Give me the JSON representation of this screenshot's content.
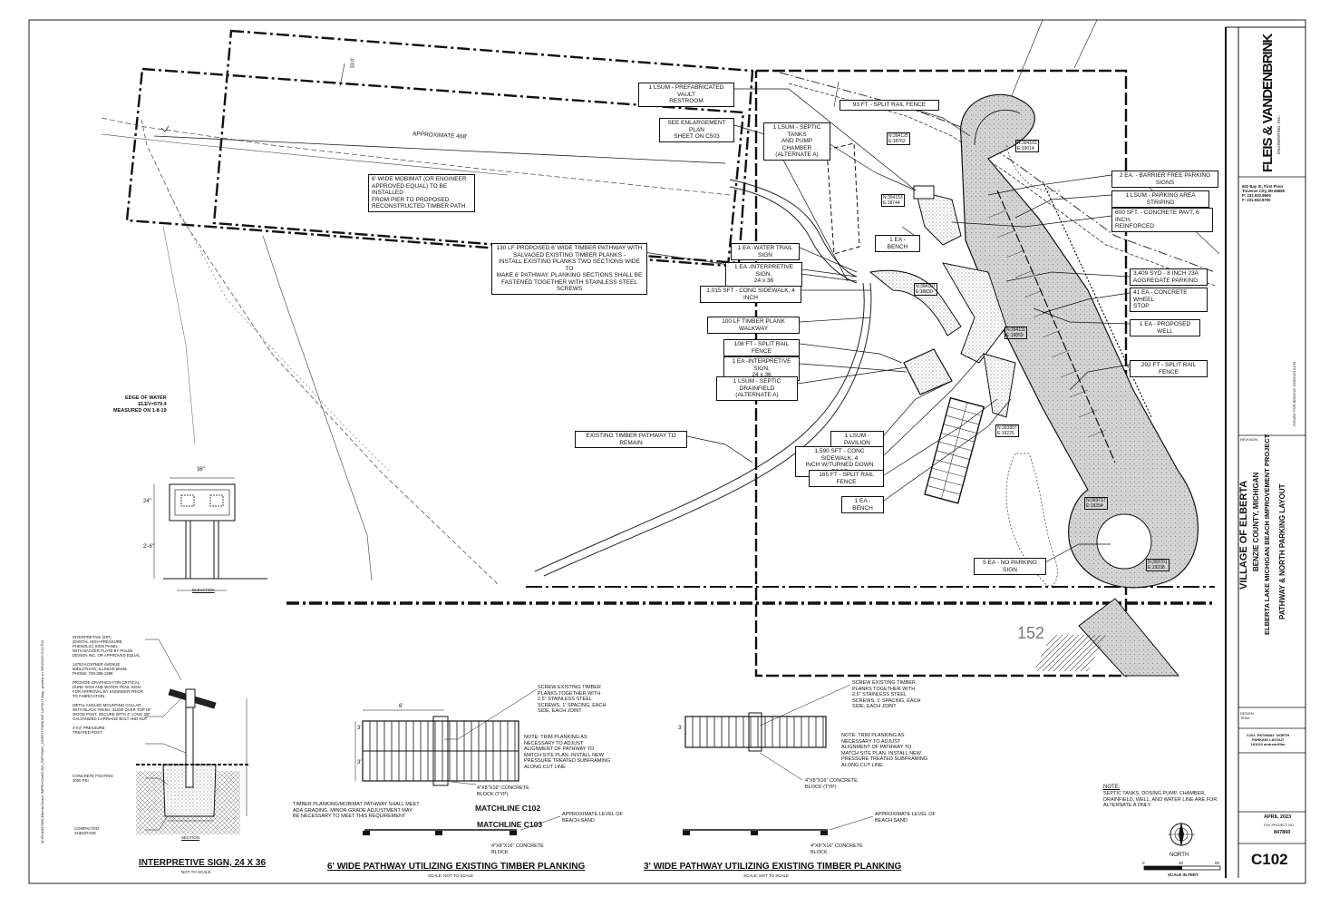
{
  "callouts": [
    {
      "id": "vault",
      "text": "1 LSUM - PREFABRICATED VAULT\nRESTROOM"
    },
    {
      "id": "rail93",
      "text": "93 FT - SPLIT RAIL FENCE"
    },
    {
      "id": "enlarge",
      "text": "SEE ENLARGEMENT PLAN\nSHEET ON C503"
    },
    {
      "id": "septic_a",
      "text": "1 LSUM - SEPTIC TANKS\nAND PUMP CHAMBER\n(ALTERNATE A)"
    },
    {
      "id": "mobimat",
      "text": "6' WIDE MOBIMAT (OR ENGINEER\nAPPROVED EQUAL) TO BE INSTALLED\nFROM PIER TO PROPOSED\nRECONSTRUCTED TIMBER PATH"
    },
    {
      "id": "signs",
      "text": "2 EA. - BARRIER FREE PARKING SIGNS"
    },
    {
      "id": "striping",
      "text": "1 LSUM - PARKING AREA STRIPING"
    },
    {
      "id": "pavt",
      "text": "600 SFT. - CONCRETE PAVT, 6 INCH,\nREINFORCED"
    },
    {
      "id": "bench1",
      "text": "1 EA - BENCH"
    },
    {
      "id": "pathway130",
      "text": "130 LF PROPOSED 6' WIDE TIMBER PATHWAY WITH\nSALVAGED EXISTING TIMBER PLANKS -\nINSTALL EXISTING PLANKS TWO SECTIONS WIDE TO\nMAKE 6' PATHWAY. PLANKING SECTIONS SHALL BE\nFASTENED TOGETHER WITH STAINLESS STEEL SCREWS"
    },
    {
      "id": "watertrail",
      "text": "1 EA -WATER TRAIL SIGN"
    },
    {
      "id": "interp1",
      "text": "1 EA -INTERPRETIVE SIGN,\n24 x 36"
    },
    {
      "id": "sidewalk1015",
      "text": "1,015 SFT - CONC SIDEWALK, 4 INCH"
    },
    {
      "id": "aggregate",
      "text": "3,409 SYD - 8 INCH 23A\nAGGREGATE PARKING"
    },
    {
      "id": "wheelstop",
      "text": "41 EA - CONCRETE WHEEL\nSTOP"
    },
    {
      "id": "walkway100",
      "text": "100 LF TIMBER PLANK WALKWAY"
    },
    {
      "id": "well",
      "text": "1 EA - PROPOSED WELL"
    },
    {
      "id": "rail108",
      "text": "108 FT - SPLIT RAIL FENCE"
    },
    {
      "id": "interp2",
      "text": "1 EA -INTERPRETIVE SIGN,\n24 x 36"
    },
    {
      "id": "rail292",
      "text": "292 FT - SPLIT RAIL FENCE"
    },
    {
      "id": "drainfield",
      "text": "1 LSUM - SEPTIC DRAINFIELD\n(ALTERNATE A)"
    },
    {
      "id": "existing",
      "text": "EXISTING TIMBER PATHWAY TO REMAIN"
    },
    {
      "id": "pavilion",
      "text": "1 LSUM - PAVILION"
    },
    {
      "id": "sidewalk1590",
      "text": "1,590 SFT - CONC SIDEWALK, 4\nINCH W/TURNED DOWN EDGE"
    },
    {
      "id": "rail165",
      "text": "165 FT - SPLIT RAIL FENCE"
    },
    {
      "id": "bench2",
      "text": "1 EA - BENCH"
    },
    {
      "id": "noparking",
      "text": "5 EA - NO PARKING SIGN"
    }
  ],
  "plan": {
    "approx_length": "APPROXIMATE 468'",
    "edge_of_water": "EDGE OF WATER\nELEV=579.4\nMEASURED ON 1-8-19",
    "matchline_1": "MATCHLINE C102",
    "matchline_2": "MATCHLINE C103",
    "dim_33": "33.0'",
    "contour": "152"
  },
  "details": {
    "sign_title": "INTERPRETIVE SIGN, 24 X 36",
    "sign_scale": "NOT TO SCALE",
    "sign_dim_w": "36\"",
    "sign_dim_h": "24\"",
    "sign_dim_post": "2'-6\"",
    "sign_elevation": "ELEVATION",
    "sign_section": "SECTION",
    "sign_notes": "INTERPRETIVE (IHP)\n(DIGITAL HIGH-PRESSURE\nPHENOLIC) SIGN PANEL\nWITH BACKER PLATE BY PULSE\nDESIGN INC. OR APPROVED EQUAL\n\n14753 KOSTNER AVENUE\nMIDLOTHIAN, ILLINOIS 60445\nPHONE: 708-385-1399\n\nPROVIDE GRAPHICS FOR CRITICAL\nDUNE SIGN AND WATER TRAIL SIGN\nFOR APPROVAL BY ENGINEER PRIOR\nTO FABRICATION\n\nMETAL ANGLED MOUNTING COLLAR\nWITH BLACK FINISH, SLIDE OVER TOP OF\nWOOD POST, SECURE WITH 4\" LONG 3/8\"\nGALVANIZED CARRIAGE BOLT AND NUT\n\n4\"X4\" PRESSURE\nTREATED POST",
    "sign_footing": "CONCRETE FOOTING\n3000 PSI",
    "sign_subgrade": "COMPACTED\nSUBGRADE",
    "p6_title": "6' WIDE PATHWAY UTILIZING EXISTING TIMBER PLANKING",
    "p6_scale": "SCALE: NOT TO SCALE",
    "p3_title": "3' WIDE PATHWAY UTILIZING EXISTING TIMBER PLANKING",
    "p3_scale": "SCALE: NOT TO SCALE",
    "screw_note": "SCREW EXISTING TIMBER\nPLANKS TOGETHER WITH\n2.5\" STAINLESS STEEL\nSCREWS, 1' SPACING, EACH\nSIDE, EACH JOINT",
    "trim_note": "NOTE: TRIM PLANKING AS\nNECESSARY TO ADJUST\nALIGNMENT OF PATHWAY TO\nMATCH SITE PLAN. INSTALL NEW\nPRESSURE TREATED SUBFRAMING\nALONG CUT LINE",
    "block_note": "4\"X8\"X16\" CONCRETE\nBLOCK (TYP)",
    "mobimat_note": "TIMBER PLANKING/MOBIMAT PATHWAY SHALL MEET\nADA GRADING. MINOR GRADE ADJUSTMENT MAY\nBE NECESSARY TO MEET THIS REQUIREMENT",
    "sand_note": "APPROXIMATE LEVEL OF\nBEACH SAND",
    "block2": "4\"X8\"X16\" CONCRETE\nBLOCK",
    "dim6": "6'",
    "dim3": "3'"
  },
  "notes": {
    "title": "NOTE:",
    "body": "SEPTIC TANKS, DOSING PUMP, CHAMBER,\nDRAINFIELD, WELL, AND WATER LINE ARE FOR\nALTERNATE A ONLY."
  },
  "north": {
    "label": "NORTH",
    "scale": "SCALE IN FEET",
    "s0": "0",
    "s1": "30",
    "s2": "60"
  },
  "title_block": {
    "firm": "FLEIS & VANDENBRINK",
    "firm_sub": "ENGINEERING, INC.",
    "address": "603 Bay St, First Floor\nTraverse City, MI 49685\nP: 231.932.8600\nF: 231.932.8700",
    "issued": "ISSUED FOR BIDDING 3/20/2023 ACM",
    "revision": "REVISION",
    "client": "VILLAGE OF ELBERTA",
    "county": "BENZIE COUNTY, MICHIGAN",
    "project": "ELBERTA LAKE MICHIGAN BEACH IMPROVEMENT PROJECT",
    "sheet_title": "PATHWAY & NORTH PARKING LAYOUT",
    "design": "DESIGN\nTEAM",
    "file": "C102_PATHWAY_NORTH\nPARKING LAYOUT\n101022 andrew.filter",
    "date": "APRIL 2023",
    "proj_label": "F&V PROJECT NO.",
    "proj_no": "847860",
    "sheet": "C102"
  },
  "filepath": "M:\\Proj\\847860-Elberta Beach IMPRV\\Civil\\C102_PATHWAY_NORTH PARKING LAYOUT.dwg - plotted on 3/20/2023 3:24 PM",
  "parcels": [
    "N:394125\nE:18762",
    "N:394103\nE:19014",
    "N:394153\nE:18744",
    "N:394107\nE:18830",
    "N:394111\nE:18859",
    "N:393887\nE:19225",
    "N:393717\nE:19334",
    "N:393701\nE:19338"
  ]
}
